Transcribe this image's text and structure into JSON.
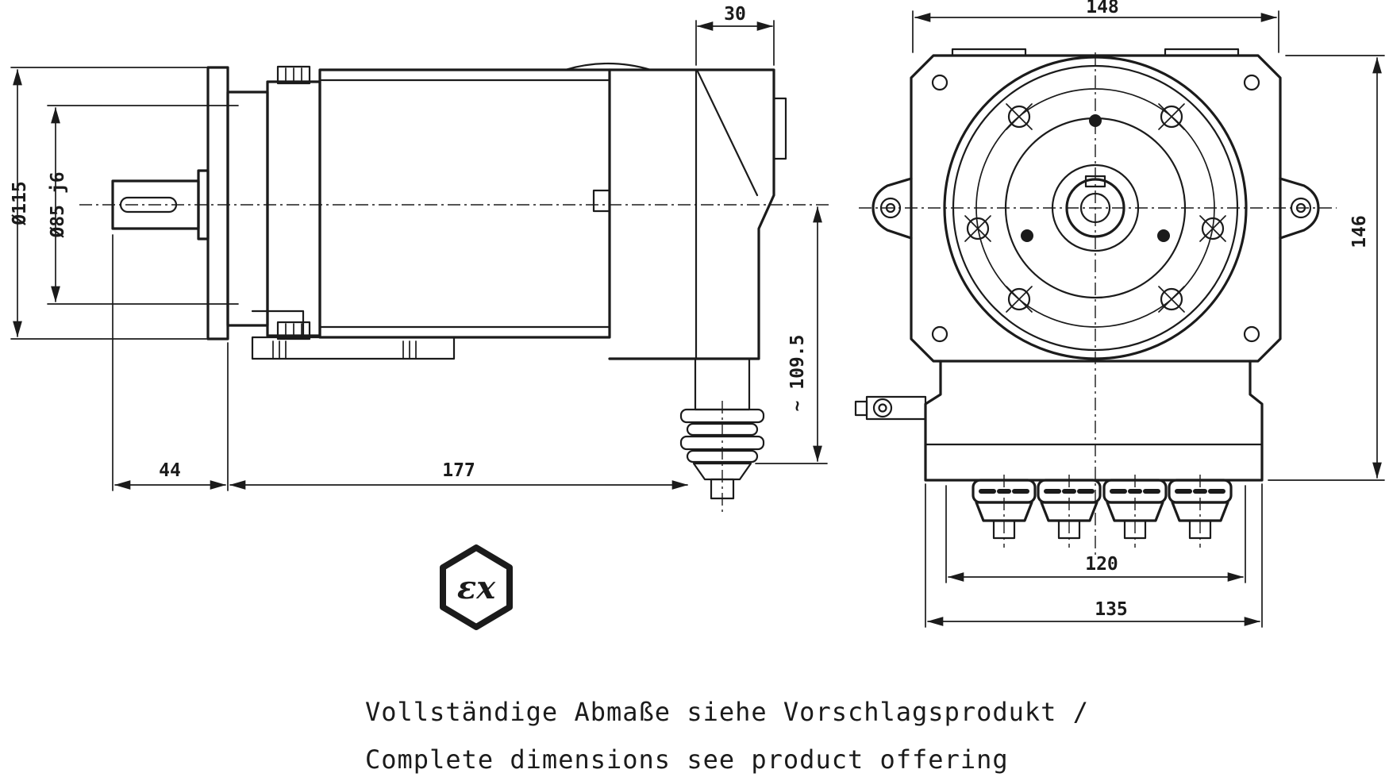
{
  "drawing": {
    "caption": {
      "line1": "Vollständige Abmaße siehe Vorschlagsprodukt /",
      "line2": "Complete dimensions see product offering"
    },
    "dimensions": {
      "side_view": {
        "flange_diameter": "Ø115",
        "pilot_diameter": "Ø85 j6",
        "cover_depth": "30",
        "shaft_length": "44",
        "housing_length": "177",
        "center_to_cable_gland": "~ 109.5"
      },
      "front_view": {
        "overall_width": "148",
        "overall_height": "146",
        "gland_spacing": "120",
        "base_width": "135"
      }
    },
    "symbols": {
      "ex_mark": "εx"
    },
    "colors": {
      "line": "#1b1b1b",
      "background": "#ffffff"
    }
  }
}
